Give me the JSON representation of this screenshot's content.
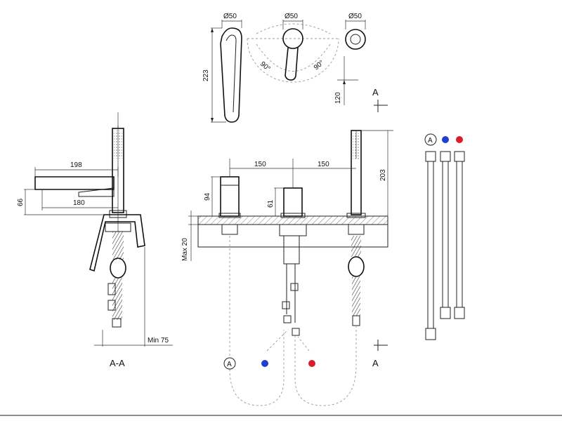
{
  "top_view": {
    "dim_left_diameter": "Ø50",
    "dim_mid_diameter": "Ø50",
    "dim_right_diameter": "Ø50",
    "height_223": "223",
    "angle_left": "90°",
    "angle_right": "90°",
    "height_120": "120",
    "section_mark": "A"
  },
  "side_view": {
    "spout_length": "198",
    "inner_length": "180",
    "height_66": "66",
    "min_label": "Min 75",
    "section_title": "A-A"
  },
  "front_view": {
    "spacing_left": "150",
    "spacing_right": "150",
    "height_94": "94",
    "height_61": "61",
    "height_203": "203",
    "max_label": "Max 20",
    "section_mark_bottom": "A",
    "legend_a": "A"
  },
  "hoses": {
    "legend_a": "A"
  },
  "colors": {
    "cold": "#1f3fcf",
    "hot": "#d81e2a",
    "line": "#222222",
    "dash": "#8a9bb0"
  }
}
